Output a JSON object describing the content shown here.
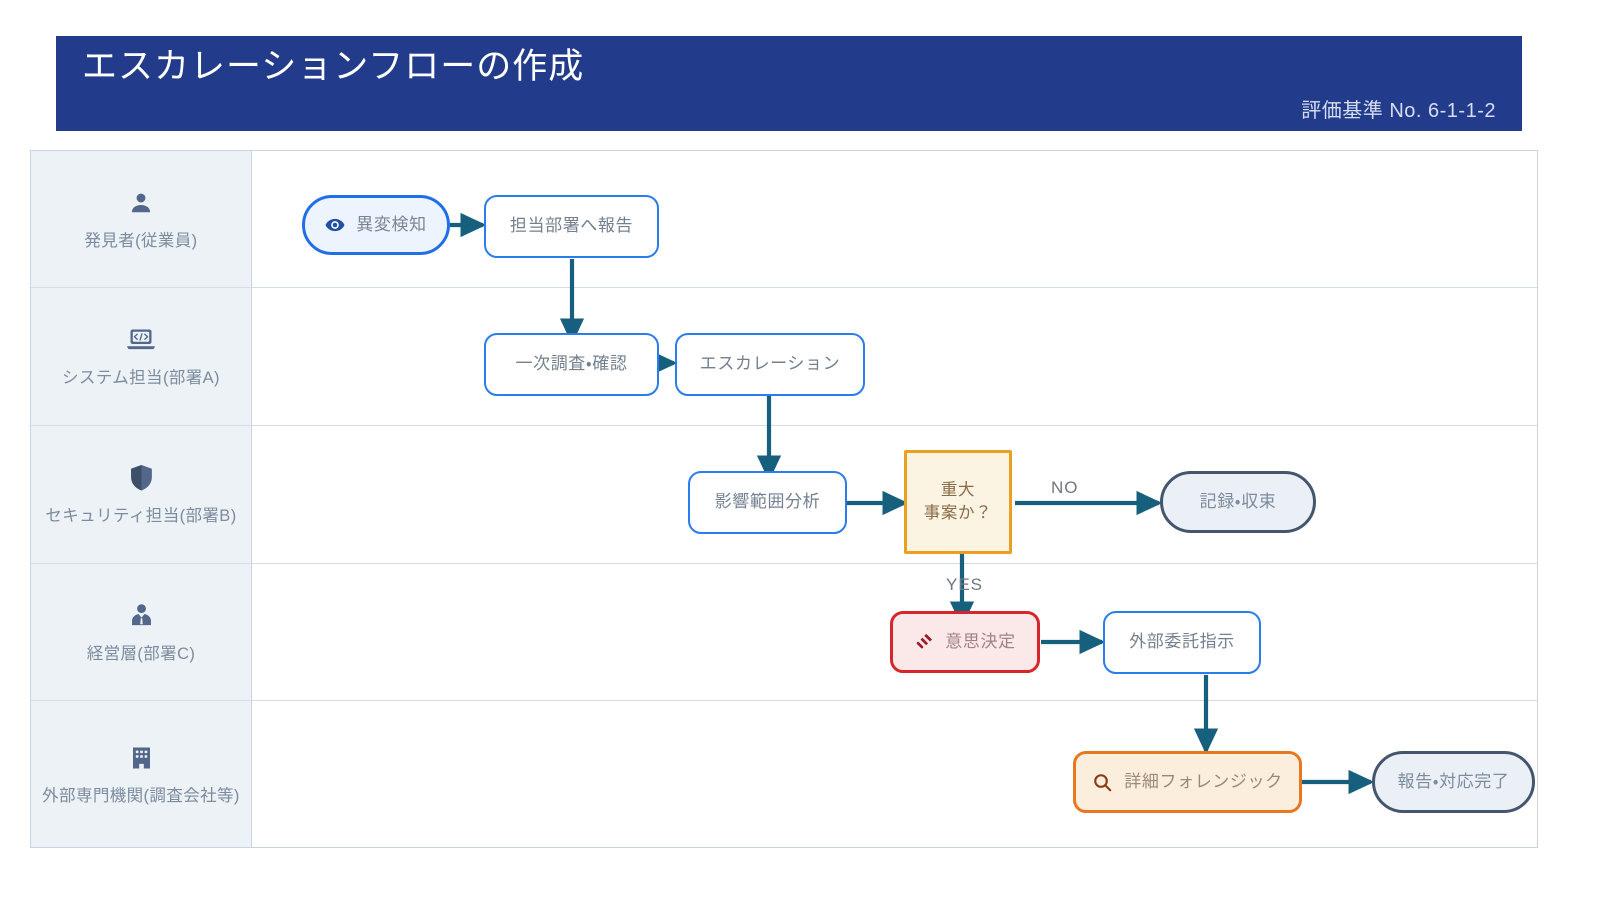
{
  "header": {
    "title": "エスカレーションフローの作成",
    "subtitle": "評価基準 No. 6-1-1-2",
    "bar_color": "#223C8B"
  },
  "lanes": [
    {
      "id": "discoverer",
      "label": "発見者(従業員)",
      "icon": "user-icon"
    },
    {
      "id": "system",
      "label": "システム担当(部署A)",
      "icon": "laptop-code-icon"
    },
    {
      "id": "security",
      "label": "セキュリティ担当(部署B)",
      "icon": "shield-icon"
    },
    {
      "id": "management",
      "label": "経営層(部署C)",
      "icon": "user-tie-icon"
    },
    {
      "id": "external",
      "label": "外部専門機関(調査会社等)",
      "icon": "building-icon"
    }
  ],
  "nodes": [
    {
      "id": "detect",
      "label": "異変検知",
      "icon": "eye-icon",
      "shape": "start",
      "lane": 0
    },
    {
      "id": "report",
      "label": "担当部署へ報告",
      "icon": null,
      "shape": "process",
      "lane": 0
    },
    {
      "id": "triage",
      "label": "一次調査・確認",
      "icon": null,
      "shape": "process",
      "lane": 1
    },
    {
      "id": "escalate",
      "label": "エスカレーション",
      "icon": null,
      "shape": "process",
      "lane": 1
    },
    {
      "id": "impact",
      "label": "影響範囲分析",
      "icon": null,
      "shape": "process",
      "lane": 2
    },
    {
      "id": "decide",
      "label_line1": "重大",
      "label_line2": "事案か？",
      "icon": null,
      "shape": "decision",
      "lane": 2
    },
    {
      "id": "record",
      "label": "記録・収束",
      "icon": null,
      "shape": "terminal",
      "lane": 2
    },
    {
      "id": "judgement",
      "label": "意思決定",
      "icon": "gavel-icon",
      "shape": "critical",
      "lane": 3
    },
    {
      "id": "outsource",
      "label": "外部委託指示",
      "icon": null,
      "shape": "process",
      "lane": 3
    },
    {
      "id": "forensic",
      "label": "詳細フォレンジック",
      "icon": "search-icon",
      "shape": "external",
      "lane": 4
    },
    {
      "id": "complete",
      "label": "報告・対応完了",
      "icon": null,
      "shape": "terminal",
      "lane": 4
    }
  ],
  "edge_labels": {
    "no": "NO",
    "yes": "YES"
  },
  "colors": {
    "header_navy": "#223C8B",
    "edge_teal": "#17607D",
    "process_blue": "#2B7CEC",
    "decision_orange": "#E9A020",
    "terminal_slate": "#44566E",
    "critical_red": "#D6262B",
    "external_orange": "#E87722",
    "lane_bg": "#EDF2F7"
  }
}
